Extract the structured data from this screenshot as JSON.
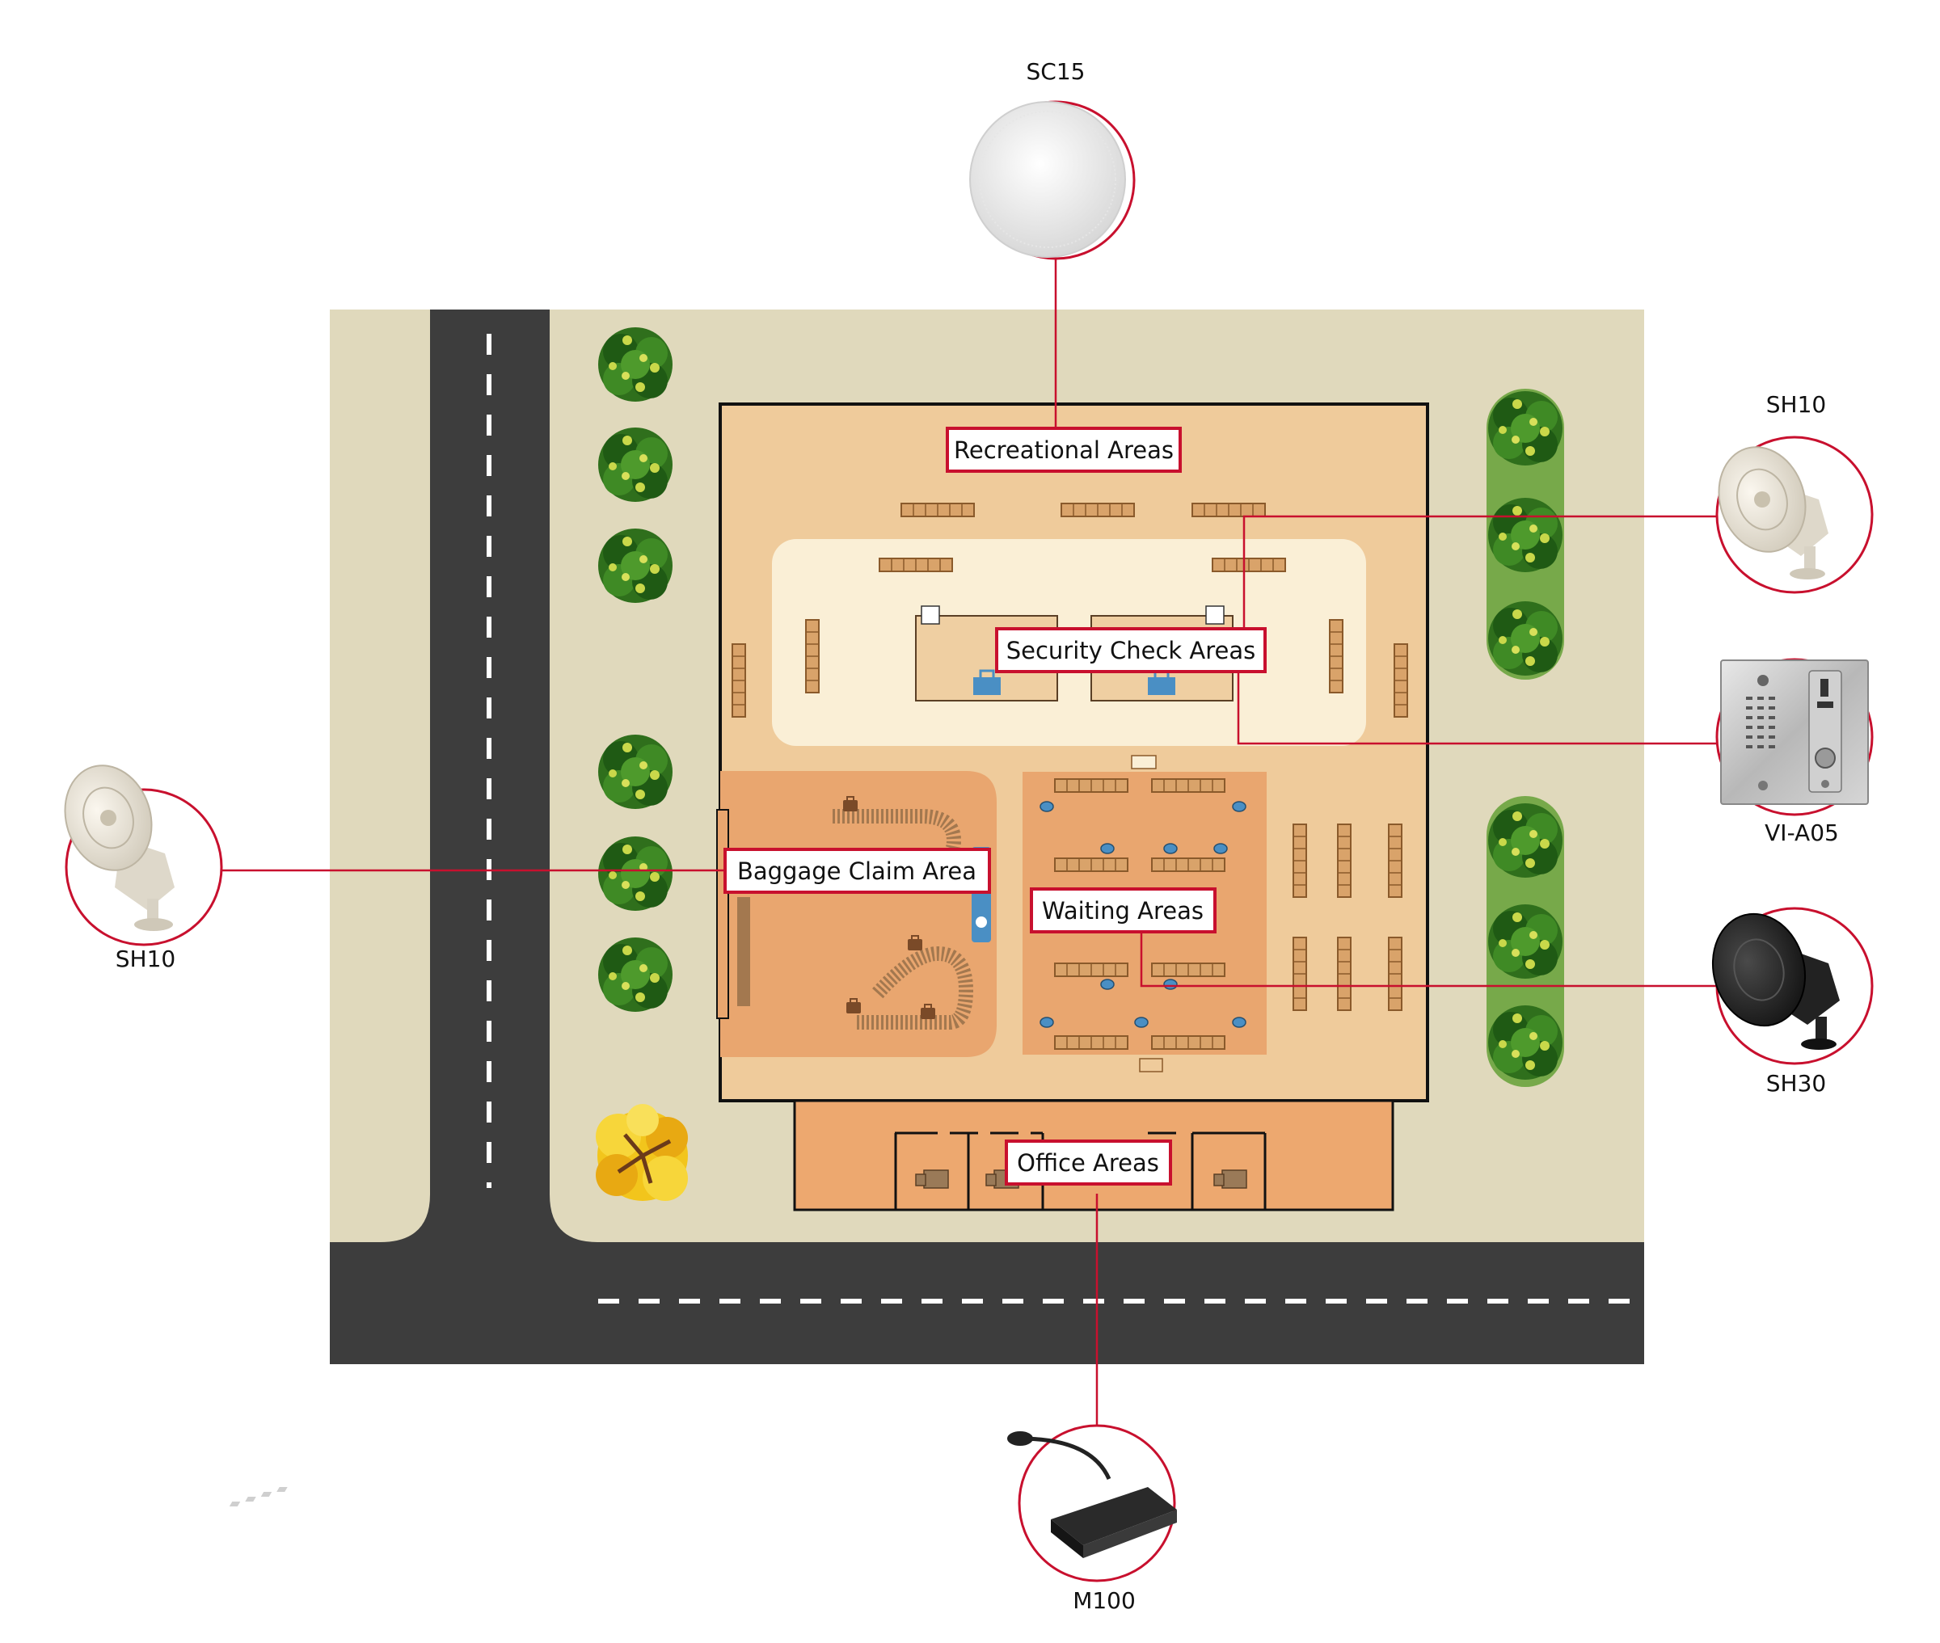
{
  "devices": {
    "ceiling_speaker": "SC15",
    "horn_right_top": "SH10",
    "intercom": "VI-A05",
    "horn_right_bottom": "SH30",
    "horn_left": "SH10",
    "mic_station": "M100"
  },
  "areas": {
    "recreational": "Recreational Areas",
    "security": "Security Check Areas",
    "baggage": "Baggage Claim Area",
    "waiting": "Waiting Areas",
    "office": "Office Areas"
  },
  "colors": {
    "connector": "#c8102e",
    "road": "#3d3d3d",
    "ground": "#e0d9bc",
    "terminal": "#efcb9b",
    "security_zone": "#faefd6",
    "baggage_zone": "#e9a66f",
    "office_zone": "#eda86f"
  },
  "icons": {
    "ceiling_speaker": "ceiling-speaker-icon",
    "horn_speaker": "horn-speaker-icon",
    "intercom": "intercom-panel-icon",
    "mic_station": "paging-microphone-icon"
  }
}
